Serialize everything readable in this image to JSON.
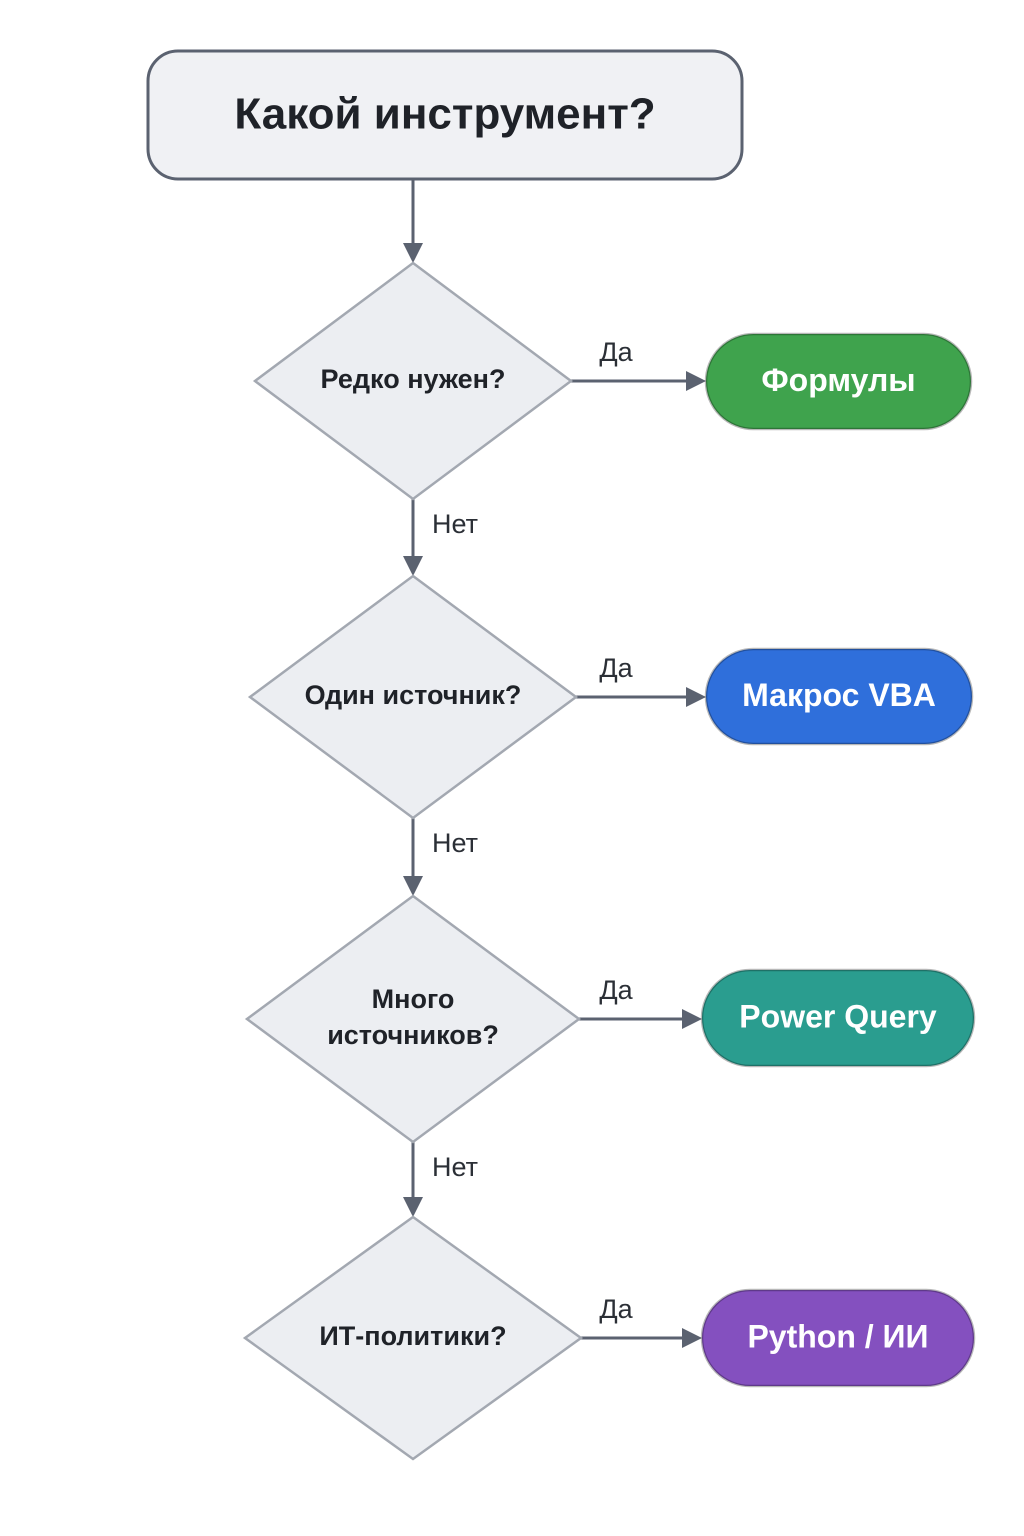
{
  "start": {
    "label": "Какой инструмент?"
  },
  "decisions": [
    {
      "lines": [
        "Редко нужен?"
      ],
      "yes_label": "Да",
      "no_label": "Нет",
      "result": {
        "label": "Формулы",
        "color": "#3fa34d"
      }
    },
    {
      "lines": [
        "Один источник?"
      ],
      "yes_label": "Да",
      "no_label": "Нет",
      "result": {
        "label": "Макрос VBA",
        "color": "#2f6fdb"
      }
    },
    {
      "lines": [
        "Много",
        "источников?"
      ],
      "yes_label": "Да",
      "no_label": "Нет",
      "result": {
        "label": "Power Query",
        "color": "#2a9d8f"
      }
    },
    {
      "lines": [
        "ИТ-политики?"
      ],
      "yes_label": "Да",
      "result": {
        "label": "Python / ИИ",
        "color": "#8450bf"
      }
    }
  ]
}
